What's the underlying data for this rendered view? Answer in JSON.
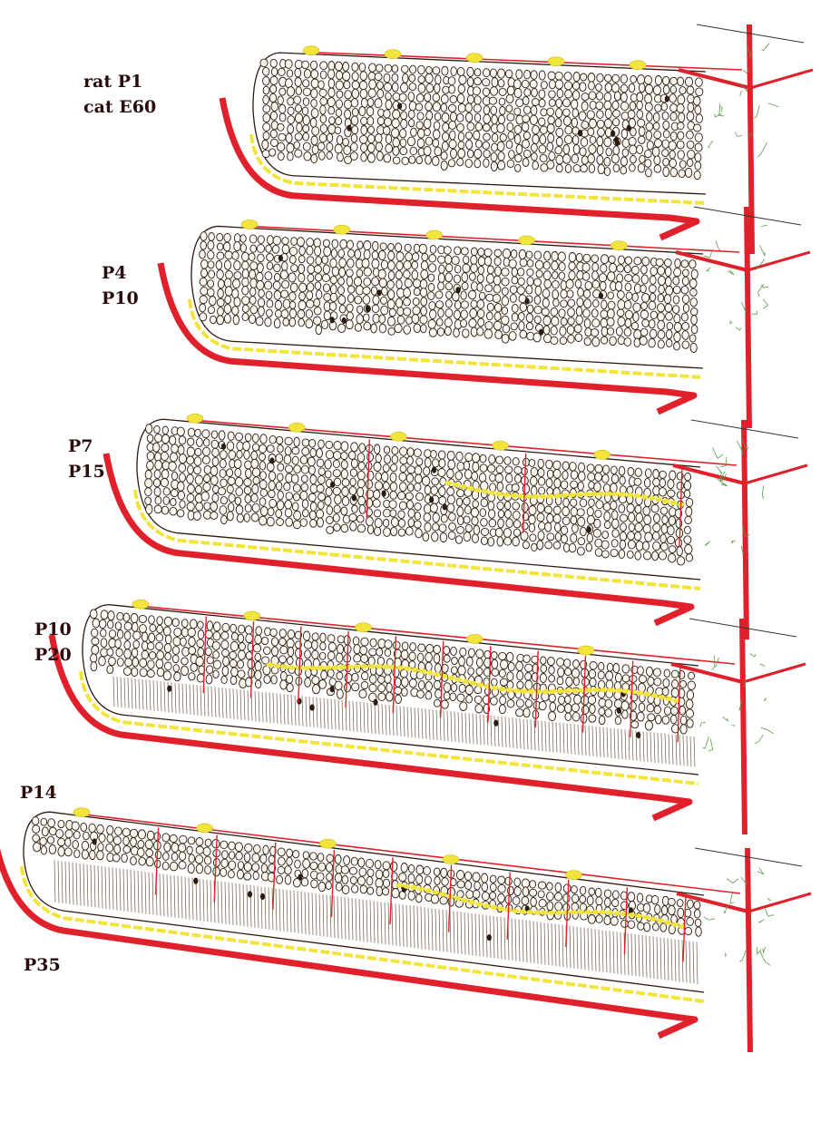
{
  "colors": {
    "vessel": "#e0202a",
    "yellow": "#f2e43a",
    "cell_ink": "#2a1a10",
    "cell_fill": "#fbf8f2",
    "capillary": "#5a9a46",
    "label": "#2a0c0c"
  },
  "panels": [
    {
      "lines": [
        "rat  P1",
        "cat  E60"
      ]
    },
    {
      "lines": [
        "P4",
        "P10"
      ]
    },
    {
      "lines": [
        "P7",
        "P15"
      ]
    },
    {
      "lines": [
        "P10",
        "P20"
      ]
    },
    {
      "lines": [
        "P14",
        "P35"
      ]
    }
  ]
}
